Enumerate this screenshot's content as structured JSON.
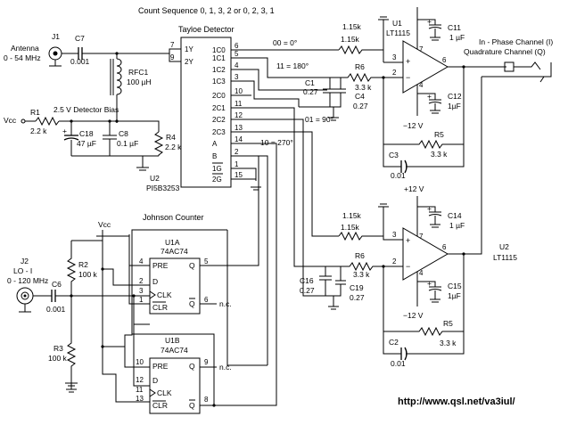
{
  "title": "Count Sequence 0, 1, 3, 2 or 0, 2, 3, 1",
  "url": "http://www.qsl.net/va3iul/",
  "antenna": {
    "ref": "J1",
    "label": "Antenna",
    "range": "0 - 54 MHz"
  },
  "lo_input": {
    "ref": "J2",
    "label": "LO - I",
    "range": "0 - 120 MHz"
  },
  "detector": {
    "name": "Tayloe Detector",
    "ref": "U2",
    "part": "PI5B3253",
    "pins_left": [
      [
        "7",
        "1Y"
      ],
      [
        "9",
        "2Y"
      ]
    ],
    "pins_right": [
      [
        "6",
        "1C0"
      ],
      [
        "5",
        "1C1"
      ],
      [
        "4",
        "1C2"
      ],
      [
        "3",
        "1C3"
      ],
      [
        "10",
        "2C0"
      ],
      [
        "11",
        "2C1"
      ],
      [
        "12",
        "2C2"
      ],
      [
        "13",
        "2C3"
      ],
      [
        "14",
        "A"
      ],
      [
        "2",
        "B"
      ],
      [
        "1",
        "1G"
      ],
      [
        "15",
        "2G"
      ]
    ],
    "states": [
      "00 = 0°",
      "11 = 180°",
      "01 = 90°",
      "10 = 270°"
    ]
  },
  "bias_label": "2.5 V Detector Bias",
  "vcc": "Vcc",
  "vcc_top": "Vcc",
  "johnson": {
    "title": "Johnson Counter",
    "ffa": {
      "ref": "U1A",
      "part": "74AC74",
      "pins": [
        "4",
        "2",
        "3",
        "1",
        "5",
        "6"
      ]
    },
    "ffb": {
      "ref": "U1B",
      "part": "74AC74",
      "pins": [
        "10",
        "12",
        "11",
        "13",
        "9",
        "8"
      ]
    },
    "pre": "PRE",
    "d": "D",
    "clk": "CLK",
    "clr": "CLR",
    "q": "Q",
    "qbar": "Q",
    "nc": "n.c."
  },
  "opamp_top": {
    "ref": "U1",
    "part": "LT1115",
    "pins": [
      "3",
      "2",
      "7",
      "4",
      "6"
    ]
  },
  "opamp_bottom": {
    "ref": "U2",
    "part": "LT1115",
    "pins": [
      "3",
      "2",
      "7",
      "4",
      "6"
    ]
  },
  "supply_pos": "+12 V",
  "supply_neg": "−12 V",
  "supply_neg2": "−12 V",
  "outputs": {
    "i": "In - Phase Channel (I)",
    "q": "Quadrature Channel (Q)"
  },
  "components": {
    "C7": [
      "C7",
      "0.001"
    ],
    "RFC1": [
      "RFC1",
      "100 µH"
    ],
    "R1": [
      "R1",
      "2.2 k"
    ],
    "C18": [
      "C18",
      "47 µF"
    ],
    "C8": [
      "C8",
      "0.1 µF"
    ],
    "R4": [
      "R4",
      "2.2 k"
    ],
    "R_top1": "1.15k",
    "R_top2": "1.15k",
    "C1": [
      "C1",
      "0.27"
    ],
    "R6": [
      "R6",
      "3.3 k"
    ],
    "C4": [
      "C4",
      "0.27"
    ],
    "C11": [
      "C11",
      "1 µF"
    ],
    "C12": [
      "C12",
      "1µF"
    ],
    "R5": [
      "R5",
      "3.3 k"
    ],
    "C3": [
      "C3",
      "0.01"
    ],
    "R_bot1": "1.15k",
    "R_bot2": "1.15k",
    "R6b": [
      "R6",
      "3.3 k"
    ],
    "C16": [
      "C16",
      "0.27"
    ],
    "C19": [
      "C19",
      "0.27"
    ],
    "C14": [
      "C14",
      "1 µF"
    ],
    "C15": [
      "C15",
      "1µF"
    ],
    "R5b": [
      "R5",
      "3.3 k"
    ],
    "C2": [
      "C2",
      "0.01"
    ],
    "C6": [
      "C6",
      "0.001"
    ],
    "R2": [
      "R2",
      "100 k"
    ],
    "R3": [
      "R3",
      "100 k"
    ]
  }
}
